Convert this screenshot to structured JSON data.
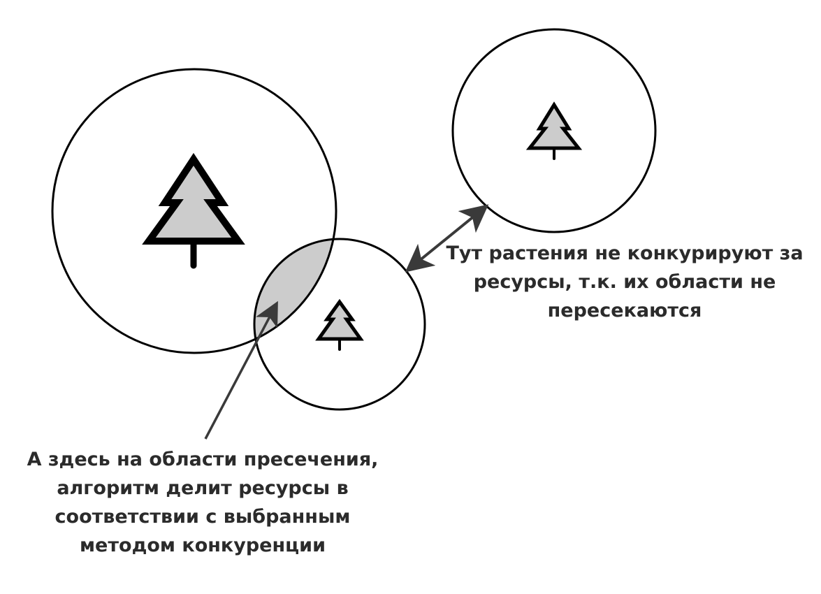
{
  "annotations": {
    "no_competition": {
      "lines": [
        "Тут растения не конкурируют за",
        "ресурсы, т.к. их области не",
        "пересекаются"
      ]
    },
    "overlap": {
      "lines": [
        "А здесь на области пресечения,",
        "алгоритм делит ресурсы в",
        "соответствии с выбранным",
        "методом конкуренции"
      ]
    }
  },
  "colors": {
    "stroke": "#000000",
    "fill_gray": "#cccccc",
    "arrow": "#3a3a3a",
    "text": "#2b2b2b",
    "background": "#ffffff"
  },
  "icons": {
    "tree": "tree-icon"
  }
}
